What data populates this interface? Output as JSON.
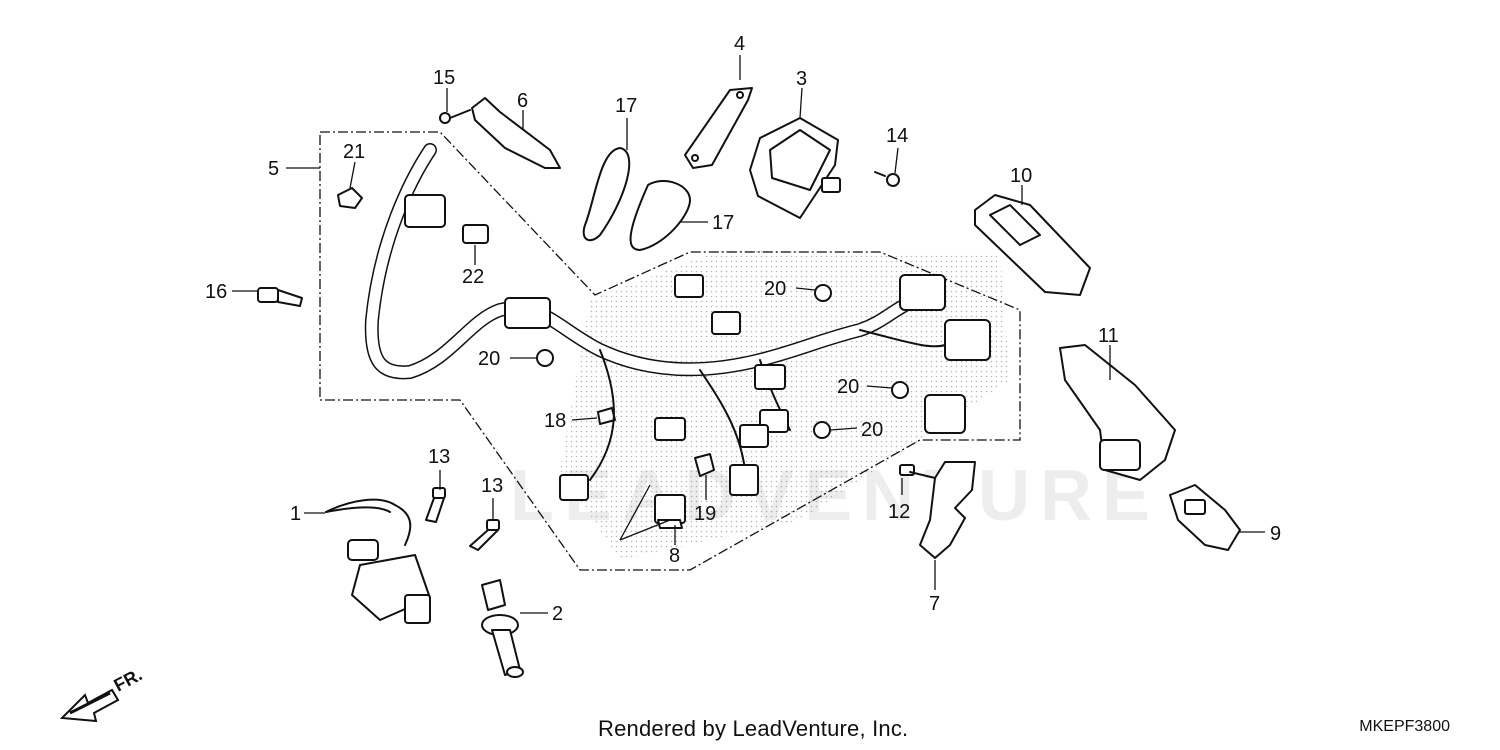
{
  "diagram": {
    "callouts": [
      {
        "id": "c1",
        "text": "1"
      },
      {
        "id": "c2",
        "text": "2"
      },
      {
        "id": "c3",
        "text": "3"
      },
      {
        "id": "c4",
        "text": "4"
      },
      {
        "id": "c5",
        "text": "5"
      },
      {
        "id": "c6",
        "text": "6"
      },
      {
        "id": "c7",
        "text": "7"
      },
      {
        "id": "c8",
        "text": "8"
      },
      {
        "id": "c9",
        "text": "9"
      },
      {
        "id": "c10",
        "text": "10"
      },
      {
        "id": "c11",
        "text": "11"
      },
      {
        "id": "c12",
        "text": "12"
      },
      {
        "id": "c13a",
        "text": "13"
      },
      {
        "id": "c13b",
        "text": "13"
      },
      {
        "id": "c14",
        "text": "14"
      },
      {
        "id": "c15",
        "text": "15"
      },
      {
        "id": "c16",
        "text": "16"
      },
      {
        "id": "c17a",
        "text": "17"
      },
      {
        "id": "c17b",
        "text": "17"
      },
      {
        "id": "c18",
        "text": "18"
      },
      {
        "id": "c19",
        "text": "19"
      },
      {
        "id": "c20a",
        "text": "20"
      },
      {
        "id": "c20b",
        "text": "20"
      },
      {
        "id": "c20c",
        "text": "20"
      },
      {
        "id": "c20d",
        "text": "20"
      },
      {
        "id": "c21",
        "text": "21"
      },
      {
        "id": "c22",
        "text": "22"
      }
    ],
    "front_arrow_label": "FR.",
    "watermark": "LEADVENTURE"
  },
  "footer": {
    "credit": "Rendered by LeadVenture, Inc.",
    "diagram_code": "MKEPF3800"
  }
}
